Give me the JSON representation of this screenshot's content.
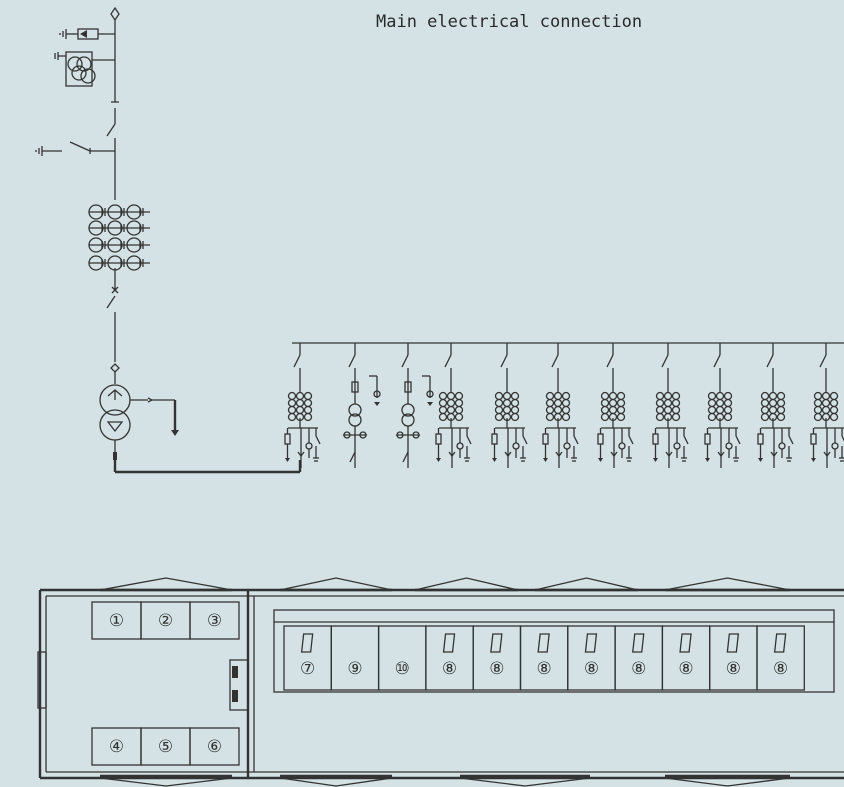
{
  "title": "Main electrical connection",
  "layout": {
    "left_room_top": [
      "①",
      "②",
      "③"
    ],
    "left_room_bottom": [
      "④",
      "⑤",
      "⑥"
    ],
    "cabinets": [
      "⑦",
      "⑨",
      "⑩",
      "⑧",
      "⑧",
      "⑧",
      "⑧",
      "⑧",
      "⑧",
      "⑧",
      "⑧"
    ]
  },
  "colors": {
    "background": "#d4e2e5",
    "line": "#333333"
  }
}
